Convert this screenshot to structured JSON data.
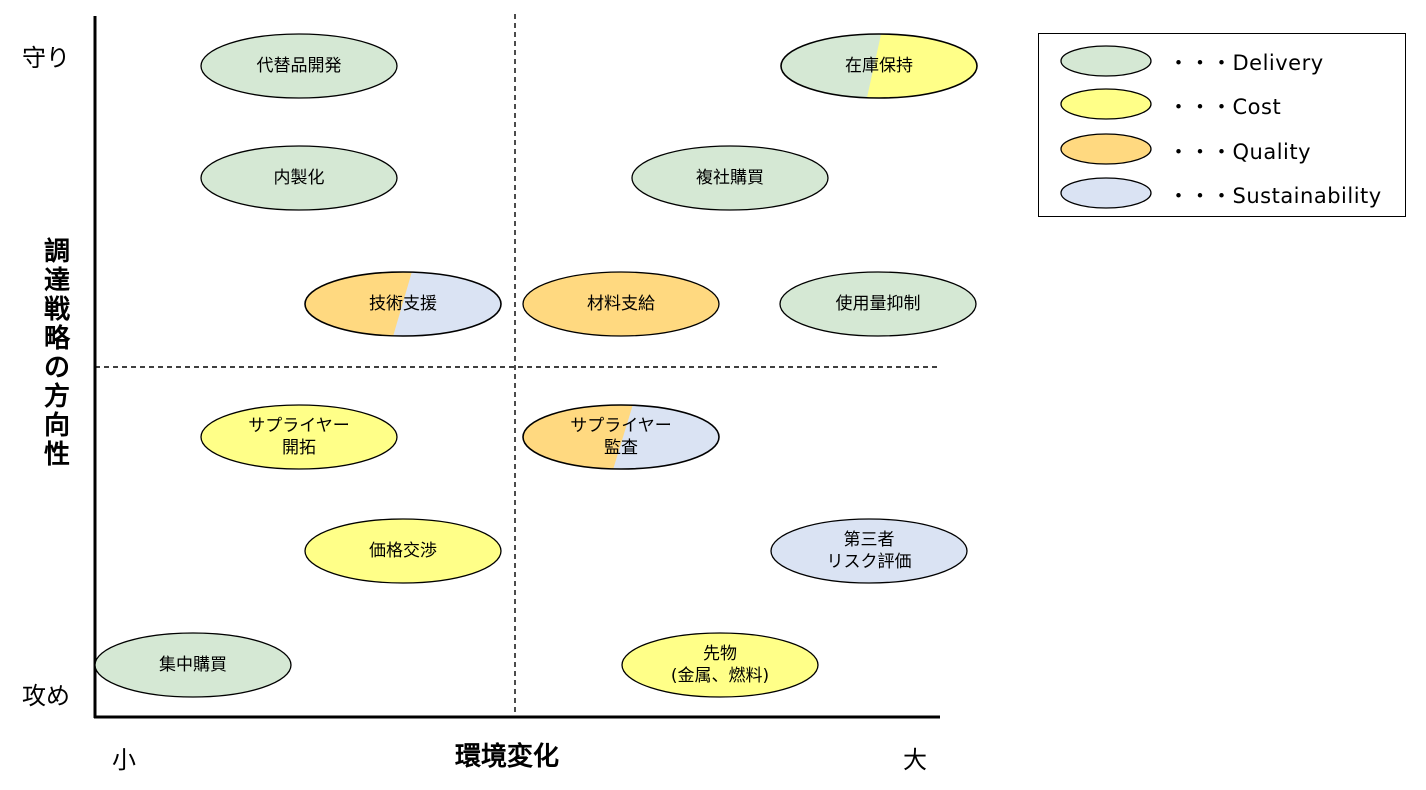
{
  "axes": {
    "y_title": "調達戦略の方向性",
    "y_top": "守り",
    "y_bottom": "攻め",
    "x_title": "環境変化",
    "x_left": "小",
    "x_right": "大"
  },
  "legend": {
    "items": [
      {
        "label": "・・・Delivery",
        "color": "#d5e8d4"
      },
      {
        "label": "・・・Cost",
        "color": "#ffff88"
      },
      {
        "label": "・・・Quality",
        "color": "#ffd980"
      },
      {
        "label": "・・・Sustainability",
        "color": "#dae3f3"
      }
    ]
  },
  "nodes": [
    {
      "label": "代替品開発",
      "colors": [
        "#d5e8d4"
      ]
    },
    {
      "label": "在庫保持",
      "colors": [
        "#d5e8d4",
        "#ffff88"
      ]
    },
    {
      "label": "内製化",
      "colors": [
        "#d5e8d4"
      ]
    },
    {
      "label": "複社購買",
      "colors": [
        "#d5e8d4"
      ]
    },
    {
      "label": "技術支援",
      "colors": [
        "#ffd980",
        "#dae3f3"
      ]
    },
    {
      "label": "材料支給",
      "colors": [
        "#ffd980"
      ]
    },
    {
      "label": "使用量抑制",
      "colors": [
        "#d5e8d4"
      ]
    },
    {
      "label": "サプライヤー\n開拓",
      "colors": [
        "#ffff88"
      ]
    },
    {
      "label": "サプライヤー\n監査",
      "colors": [
        "#ffd980",
        "#dae3f3"
      ]
    },
    {
      "label": "価格交渉",
      "colors": [
        "#ffff88"
      ]
    },
    {
      "label": "第三者\nリスク評価",
      "colors": [
        "#dae3f3"
      ]
    },
    {
      "label": "集中購買",
      "colors": [
        "#d5e8d4"
      ]
    },
    {
      "label": "先物\n(金属、燃料)",
      "colors": [
        "#ffff88"
      ]
    }
  ]
}
